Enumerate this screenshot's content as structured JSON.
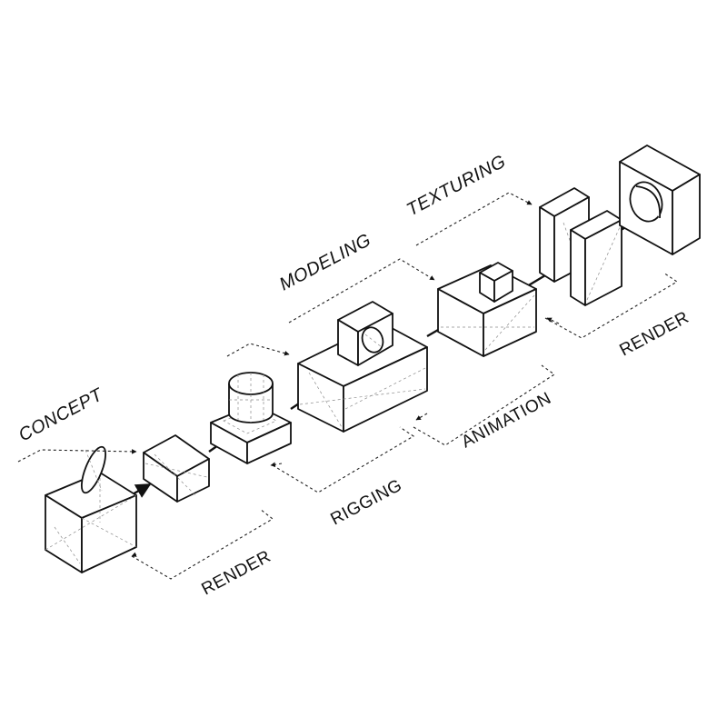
{
  "stages": {
    "concept": "CONCEPT",
    "modeling": "MODELING",
    "texturing": "TEXTURING",
    "render_top": "RENDER",
    "animation": "ANIMATION",
    "rigging": "RIGGING",
    "render_bottom": "RENDER"
  }
}
